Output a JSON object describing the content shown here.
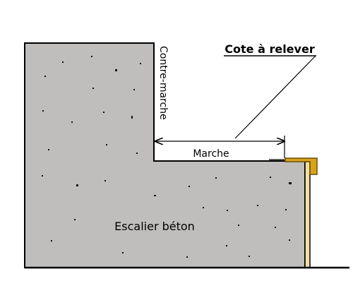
{
  "labels": {
    "contre_marche": "Contre-marche",
    "marche": "Marche",
    "cote": "Cote à relever",
    "escalier": "Escalier béton"
  },
  "colors": {
    "concrete": "#c0bdbd",
    "outline": "#000000",
    "wood": "#d9a319",
    "wood_edge": "#6b4e0a",
    "facing": "#f2dfa6"
  }
}
